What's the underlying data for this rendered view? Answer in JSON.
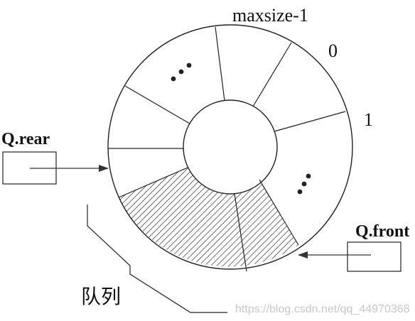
{
  "diagram": {
    "labels": {
      "top": "maxsize-1",
      "zero": "0",
      "one": "1",
      "rear": "Q.rear",
      "front": "Q.front",
      "queue": "队列"
    },
    "watermark": "https://blog.csdn.net/qq_44970368",
    "ellipsis_glyph": "•••",
    "colors": {
      "stroke": "#222222",
      "hatch": "#333333",
      "background": "#ffffff",
      "watermark": "#c8c8c8"
    }
  }
}
